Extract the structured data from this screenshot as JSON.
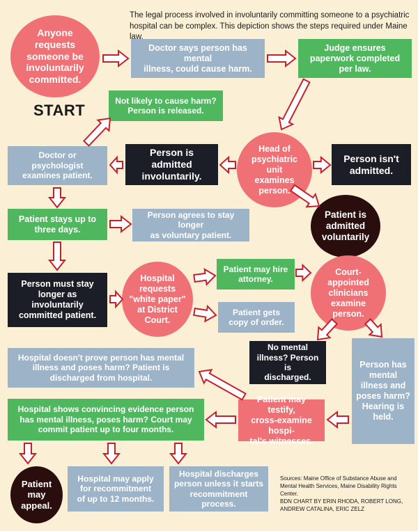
{
  "intro": "The legal process involved in involuntarily committing someone to a psychiatric hospital can be complex. This depiction shows the steps required under Maine law.",
  "start_label": "START",
  "nodes": {
    "anyone_requests": "Anyone\nrequests\nsomeone be\ninvoluntarily\ncommitted.",
    "doctor_says": "Doctor says person has mental\nillness, could cause harm.",
    "judge_ensures": "Judge ensures\npaperwork completed\nper law.",
    "not_likely": "Not likely to cause harm?\nPerson is released.",
    "doctor_examines": "Doctor or psychologist\nexamines patient.",
    "admitted_involuntarily": "Person is admitted\ninvoluntarily.",
    "head_of_unit": "Head of\npsychiatric\nunit\nexamines\nperson.",
    "not_admitted": "Person isn't\nadmitted.",
    "admitted_voluntarily": "Patient is\nadmitted\nvoluntarily",
    "stays_three_days": "Patient stays up to\nthree days.",
    "agrees_to_stay": "Person agrees to stay longer\nas voluntary patient.",
    "must_stay": "Person must stay\nlonger as involuntarily\ncommitted patient.",
    "white_paper": "Hospital\nrequests\n\"white paper\"\nat District\nCourt.",
    "hire_attorney": "Patient may hire\nattorney.",
    "copy_of_order": "Patient gets\ncopy of order.",
    "court_clinicians": "Court-\nappointed\nclinicians\nexamine\nperson.",
    "no_mental_illness": "No mental\nillness? Person is\ndischarged.",
    "has_mental_illness": "Person has\nmental\nillness and\nposes harm?\nHearing is\nheld.",
    "doesnt_prove": "Hospital doesn't prove person has mental\nillness and poses harm? Patient is\ndischarged from hospital.",
    "testify": "Patient may testify,\ncross-examine hospi-\ntal's witnesses.",
    "convincing_evidence": "Hospital shows convincing evidence person\nhas mental illness, poses harm? Court may\ncommit patient up to four months.",
    "may_appeal": "Patient\nmay\nappeal.",
    "recommitment": "Hospital may apply\nfor recommitment\nof up to 12 months.",
    "discharges": "Hospital discharges\nperson unless it starts\nrecommitment process."
  },
  "sources": "Sources: Maine Office of Substance Abuse and Mental Health Services, Maine Disability Rights Center.",
  "credits": "BDN CHART BY ERIN RHODA, ROBERT LONG, ANDREW CATALINA, ERIC ZELZ",
  "colors": {
    "background": "#fbf0d6",
    "blue_box": "#9db3c8",
    "green_box": "#4fb85f",
    "black_box": "#1b1e26",
    "pink_circle": "#ef7075",
    "dark_circle": "#2a0d0d",
    "arrow_fill": "#ffffff",
    "arrow_stroke": "#c4202c"
  }
}
